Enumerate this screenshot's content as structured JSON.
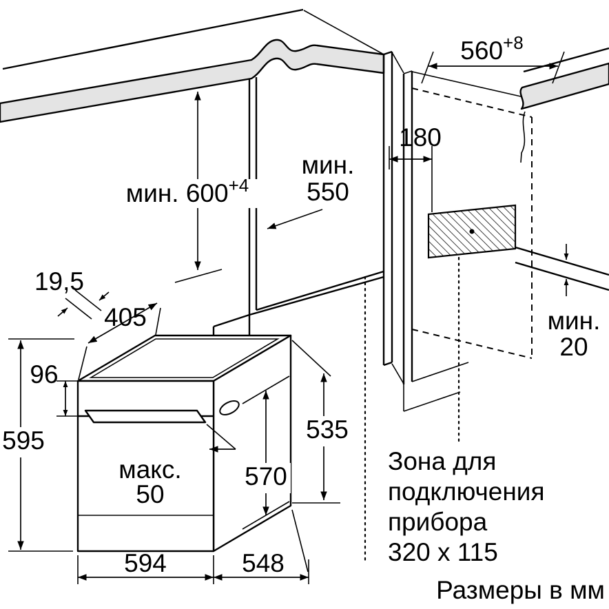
{
  "diagram": {
    "units_note": "Размеры в мм",
    "labels": {
      "niche_width_value": "560",
      "niche_width_sup": "+8",
      "niche_min_height_value": "мин. 600",
      "niche_min_height_sup": "+4",
      "niche_min_depth_line1": "мин.",
      "niche_min_depth_line2": "550",
      "outlet_offset": "180",
      "rear_min_gap_line1": "мин.",
      "rear_min_gap_line2": "20",
      "front_lip": "19,5",
      "top_depth": "405",
      "control_panel_height": "96",
      "total_height": "595",
      "handle_max_line1": "макс.",
      "handle_max_line2": "50",
      "door_height": "570",
      "rear_height": "535",
      "width": "594",
      "bottom_depth": "548",
      "zone_line1": "Зона для",
      "zone_line2": "подключения",
      "zone_line3": "прибора",
      "zone_line4": "320 x 115"
    },
    "colors": {
      "line": "#000000",
      "surface_fill": "#e4e4e4",
      "background": "#ffffff"
    }
  }
}
